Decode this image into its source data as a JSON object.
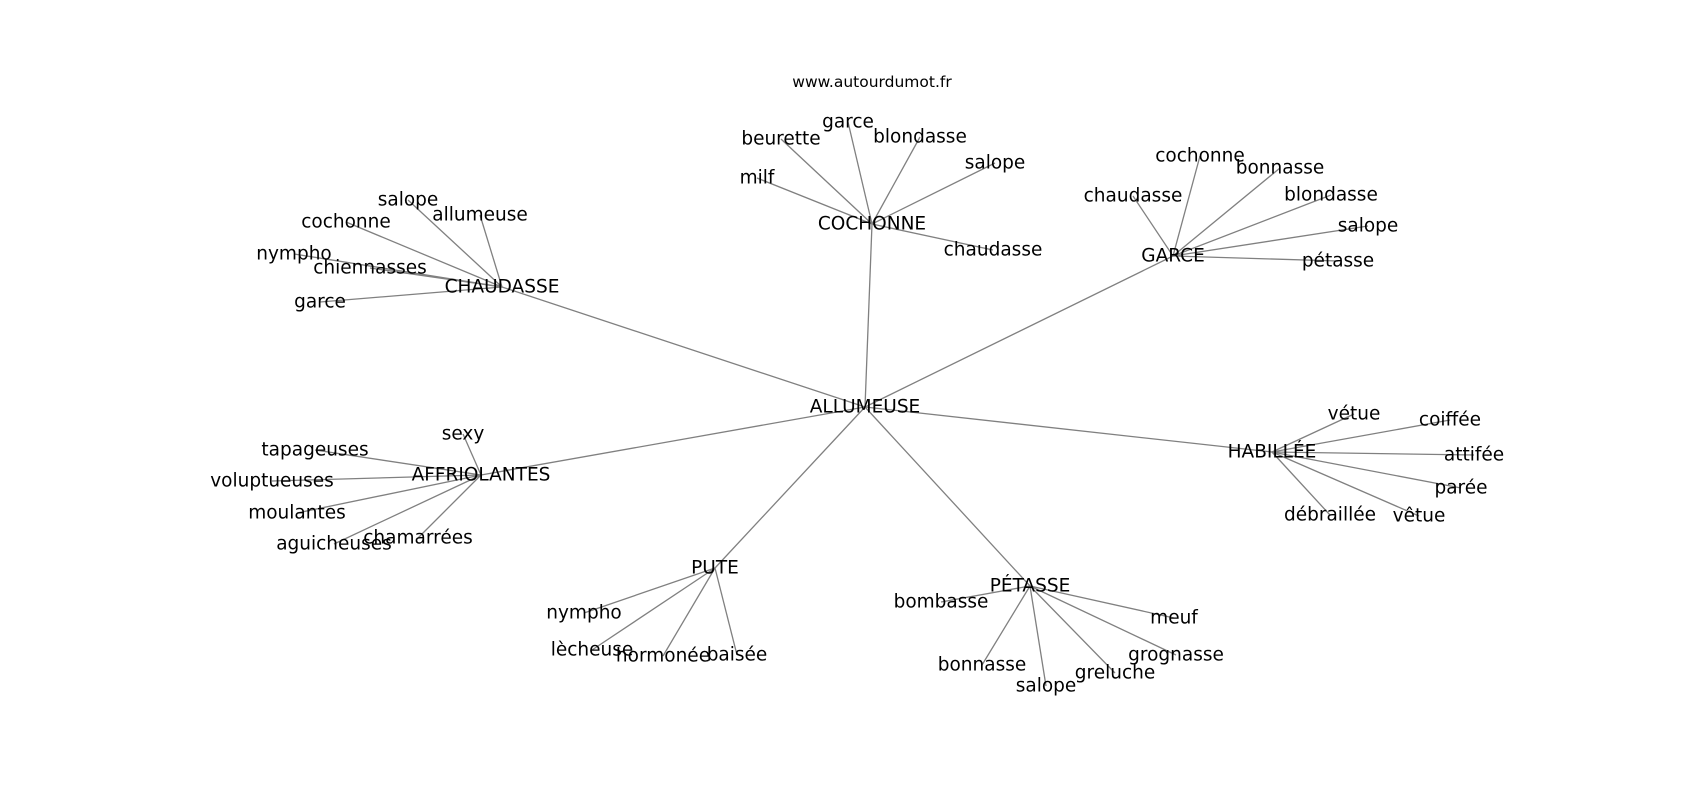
{
  "source": "www.autourdumot.fr",
  "colors": {
    "edge": "#808080",
    "text": "#000000",
    "background": "#ffffff"
  },
  "root": "ALLUMEUSE",
  "hubs": [
    {
      "id": "cochonne",
      "label": "COCHONNE",
      "leaves": [
        "milf",
        "beurette",
        "garce",
        "blondasse",
        "salope",
        "chaudasse"
      ]
    },
    {
      "id": "garce",
      "label": "GARCE",
      "leaves": [
        "chaudasse",
        "cochonne",
        "bonnasse",
        "blondasse",
        "salope",
        "pétasse"
      ]
    },
    {
      "id": "chaudasse",
      "label": "CHAUDASSE",
      "leaves": [
        "salope",
        "allumeuse",
        "cochonne",
        "nympho",
        "chiennasses",
        "garce"
      ]
    },
    {
      "id": "affriolantes",
      "label": "AFFRIOLANTES",
      "leaves": [
        "sexy",
        "tapageuses",
        "voluptueuses",
        "moulantes",
        "aguicheuses",
        "chamarrées"
      ]
    },
    {
      "id": "habillee",
      "label": "HABILLÉE",
      "leaves": [
        "vétue",
        "coiffée",
        "attifée",
        "parée",
        "vêtue",
        "débraillée"
      ]
    },
    {
      "id": "pute",
      "label": "PUTE",
      "leaves": [
        "nympho",
        "lècheuse",
        "hormonée",
        "baisée"
      ]
    },
    {
      "id": "petasse",
      "label": "PÉTASSE",
      "leaves": [
        "bombasse",
        "meuf",
        "grognasse",
        "greluche",
        "salope",
        "bonnasse"
      ]
    }
  ]
}
